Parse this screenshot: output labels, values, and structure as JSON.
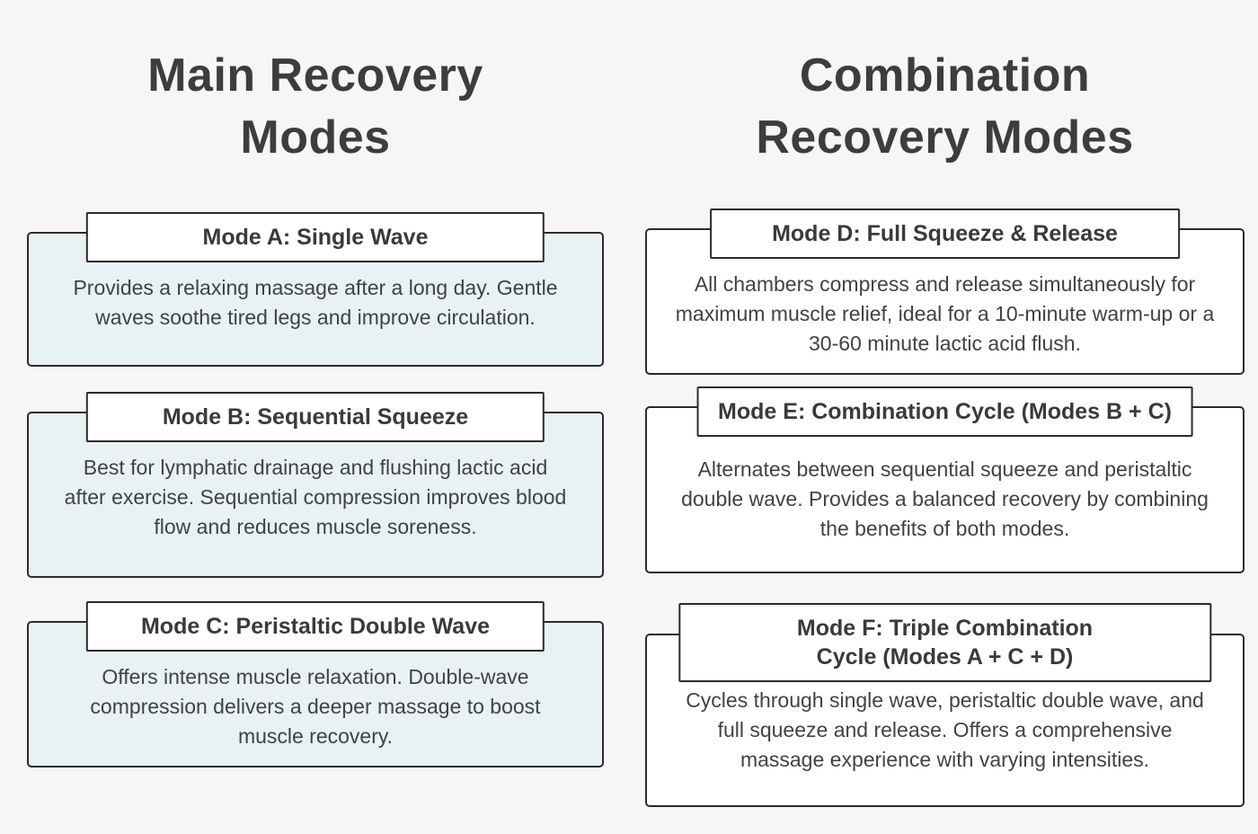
{
  "colors": {
    "page_background": "#f6f6f6",
    "left_card_fill": "#e8f1f4",
    "right_card_fill": "#ffffff",
    "card_border": "#2b2b2b",
    "heading_text": "#3d3d3d",
    "body_text": "#424242"
  },
  "columns": [
    {
      "heading": "Main Recovery Modes",
      "cards": [
        {
          "title": "Mode A: Single Wave",
          "title_lines": [
            "Mode A: Single Wave"
          ],
          "body": "Provides a relaxing massage after a long day. Gentle waves soothe tired legs and improve circulation."
        },
        {
          "title": "Mode B: Sequential Squeeze",
          "title_lines": [
            "Mode B: Sequential Squeeze"
          ],
          "body": "Best for lymphatic drainage and flushing lactic acid after exercise. Sequential compression improves blood flow and reduces muscle soreness."
        },
        {
          "title": "Mode C: Peristaltic Double Wave",
          "title_lines": [
            "Mode C: Peristaltic Double Wave"
          ],
          "body": "Offers intense muscle relaxation. Double-wave compression delivers a deeper massage to boost muscle recovery."
        }
      ]
    },
    {
      "heading": "Combination Recovery Modes",
      "cards": [
        {
          "title": "Mode D: Full Squeeze & Release",
          "title_lines": [
            "Mode D: Full Squeeze & Release"
          ],
          "body": "All chambers compress and release simultaneously for maximum muscle relief, ideal for a 10-minute warm-up or a 30-60 minute lactic acid flush."
        },
        {
          "title": "Mode E: Combination Cycle (Modes B + C)",
          "title_lines": [
            "Mode E: Combination Cycle (Modes B + C)"
          ],
          "body": "Alternates between sequential squeeze and peristaltic double wave. Provides a balanced recovery by combining the benefits of both modes."
        },
        {
          "title": "Mode F: Triple Combination Cycle (Modes A + C + D)",
          "title_lines": [
            "Mode F: Triple Combination",
            "Cycle (Modes A + C + D)"
          ],
          "body": "Cycles through single wave, peristaltic double wave, and full squeeze and release. Offers a comprehensive massage experience with varying intensities."
        }
      ]
    }
  ]
}
